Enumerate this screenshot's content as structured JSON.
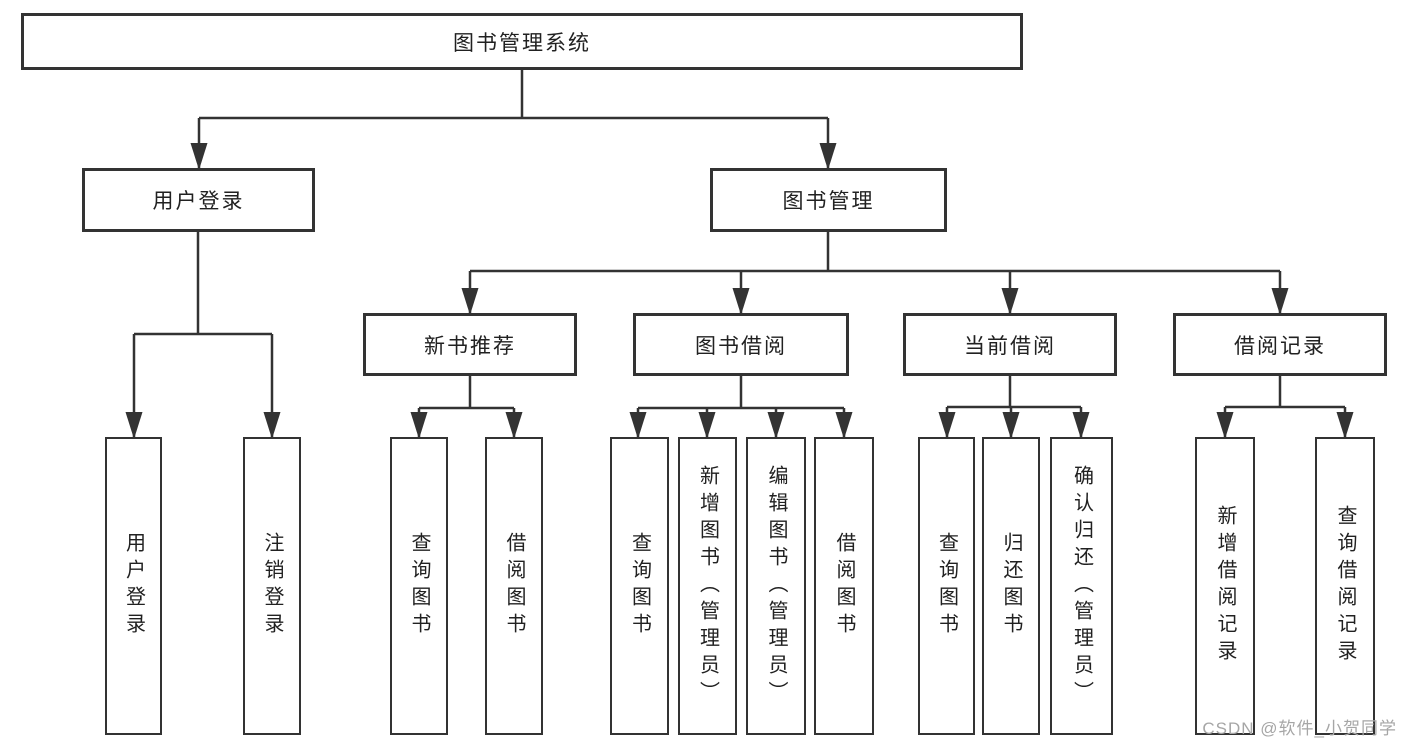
{
  "diagram_type": "functional-structure-tree",
  "colors": {
    "line": "#333333",
    "box_border": "#333333",
    "text": "#212121",
    "background": "#ffffff",
    "watermark": "#a6a6a6"
  },
  "tree": {
    "root": {
      "label": "图书管理系统",
      "children": [
        {
          "label": "用户登录",
          "children": [
            {
              "label": "用户登录"
            },
            {
              "label": "注销登录"
            }
          ]
        },
        {
          "label": "图书管理",
          "children": [
            {
              "label": "新书推荐",
              "children": [
                {
                  "label": "查询图书"
                },
                {
                  "label": "借阅图书"
                }
              ]
            },
            {
              "label": "图书借阅",
              "children": [
                {
                  "label": "查询图书"
                },
                {
                  "label": "新增图书（管理员）"
                },
                {
                  "label": "编辑图书（管理员）"
                },
                {
                  "label": "借阅图书"
                }
              ]
            },
            {
              "label": "当前借阅",
              "children": [
                {
                  "label": "查询图书"
                },
                {
                  "label": "归还图书"
                },
                {
                  "label": "确认归还（管理员）"
                }
              ]
            },
            {
              "label": "借阅记录",
              "children": [
                {
                  "label": "新增借阅记录"
                },
                {
                  "label": "查询借阅记录"
                }
              ]
            }
          ]
        }
      ]
    }
  },
  "watermark": {
    "text": "CSDN @软件_小贺同学"
  }
}
